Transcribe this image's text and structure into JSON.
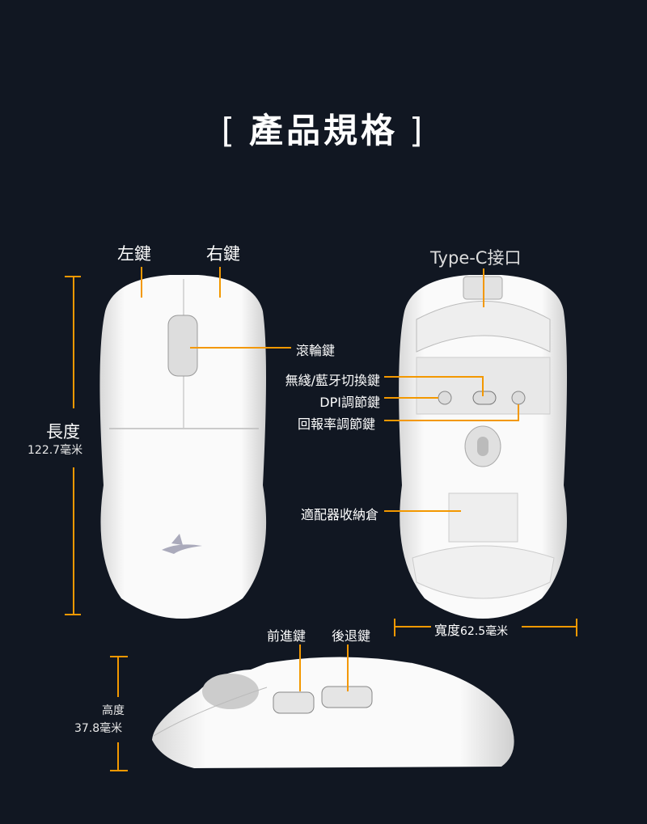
{
  "title": {
    "open": "[",
    "text": "產品規格",
    "close": "]"
  },
  "colors": {
    "background": "#111722",
    "accent": "#f39800",
    "mouse": "#ffffff"
  },
  "top_view": {
    "left_button": "左鍵",
    "right_button": "右鍵",
    "scroll_wheel": "滾輪鍵"
  },
  "length": {
    "label": "長度",
    "value": "122.7毫米"
  },
  "bottom_view": {
    "type_c": "Type-C接口",
    "wireless_switch": "無綫/藍牙切換鍵",
    "dpi_button": "DPI調節鍵",
    "polling_button": "回報率調節鍵",
    "dongle_storage": "適配器收納倉"
  },
  "width": {
    "label": "寬度",
    "value": "62.5毫米"
  },
  "side_view": {
    "forward_button": "前進鍵",
    "back_button": "後退鍵"
  },
  "height": {
    "label": "高度",
    "value": "37.8毫米"
  }
}
